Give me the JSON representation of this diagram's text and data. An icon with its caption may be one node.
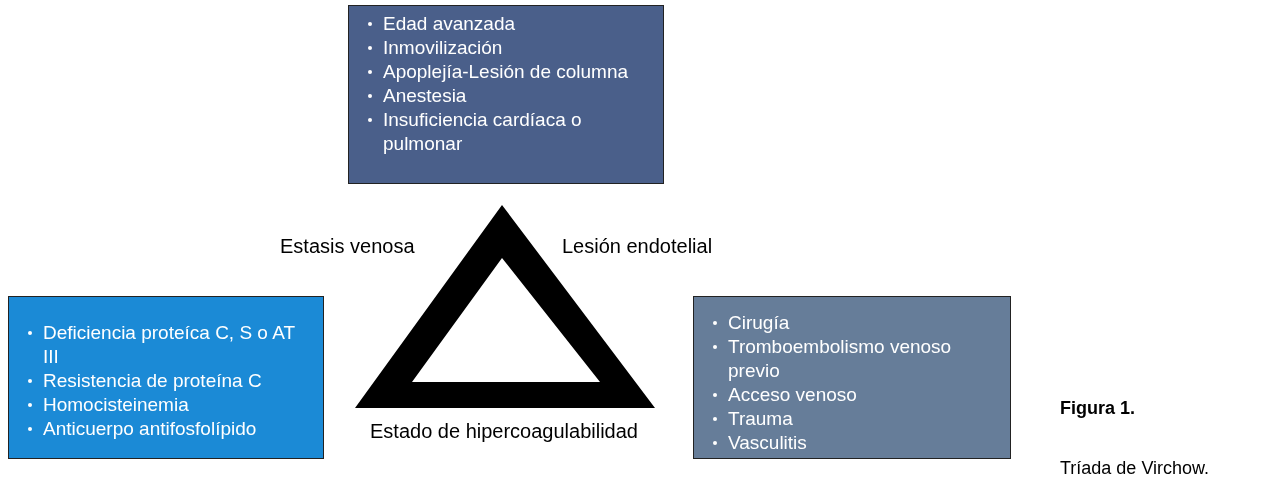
{
  "diagram": {
    "nodes": [
      {
        "text": [
          "Edad avanzada",
          "Inmovilización",
          "Apoplejía-Lesión de columna",
          "Anestesia",
          "Insuficiencia cardíaca o pulmonar"
        ]
      },
      {
        "text": [
          "Deficiencia proteíca C, S o AT III",
          "Resistencia de proteína C",
          "Homocisteinemia",
          "Anticuerpo antifosfolípido"
        ]
      },
      {
        "text": [
          "Cirugía",
          "Tromboembolismo venoso previo",
          "Acceso venoso",
          "Trauma",
          "Vasculitis"
        ]
      }
    ],
    "edges": [],
    "labels": [
      "Estasis venosa",
      "Lesión endotelial",
      "Estado de hipercoagulabilidad",
      "Figura 1.",
      "Tríada de Virchow."
    ]
  }
}
